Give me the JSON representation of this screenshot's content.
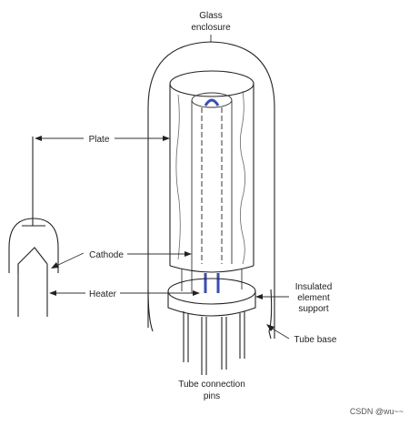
{
  "labels": {
    "glass_enclosure_line1": "Glass",
    "glass_enclosure_line2": "enclosure",
    "plate": "Plate",
    "cathode": "Cathode",
    "heater": "Heater",
    "insulated_line1": "Insulated",
    "insulated_line2": "element",
    "insulated_line3": "support",
    "tube_base": "Tube base",
    "pins_line1": "Tube connection",
    "pins_line2": "pins"
  },
  "watermark": "CSDN @wu~~",
  "colors": {
    "heater_filament": "#3a4fb0",
    "line": "#222222",
    "background": "#ffffff"
  }
}
